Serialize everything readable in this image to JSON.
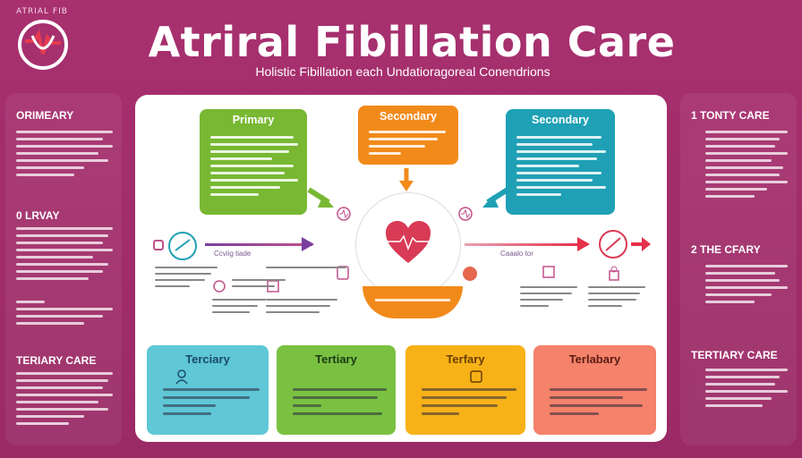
{
  "header": {
    "logo_text": "ATRIAL FIB",
    "title": "Atriral Fibillation Care",
    "subtitle": "Holistic Fibillation each Undatioragoreal Conendrions"
  },
  "left_sidebar": {
    "sections": [
      {
        "heading": "ORIMEARY"
      },
      {
        "heading": "0 LRVAY"
      },
      {
        "heading": "TERIARY CARE"
      }
    ]
  },
  "right_sidebar": {
    "sections": [
      {
        "heading": "1 TONTY CARE"
      },
      {
        "heading": "2 THE CFARY"
      },
      {
        "heading": "TERTIARY CARE"
      }
    ]
  },
  "top_cards": {
    "primary": {
      "label": "Primary"
    },
    "secondary_center": {
      "label": "Secondary"
    },
    "secondary_right": {
      "label": "Secondary"
    }
  },
  "flow": {
    "left_label": "Ccviig tiade",
    "right_label": "Caaalo tor"
  },
  "bottom_cards": [
    {
      "label": "Terciary"
    },
    {
      "label": "Tertiary"
    },
    {
      "label": "Terfary"
    },
    {
      "label": "Terlabary"
    }
  ],
  "colors": {
    "background": "#a8306f",
    "primary": "#78b832",
    "secondary": "#f28a1a",
    "secondary_right": "#1fa0b5",
    "tertiary_1": "#5fc7d6",
    "tertiary_2": "#7ac142",
    "tertiary_3": "#f7b218",
    "tertiary_4": "#f5826a",
    "heart": "#d93a55"
  }
}
